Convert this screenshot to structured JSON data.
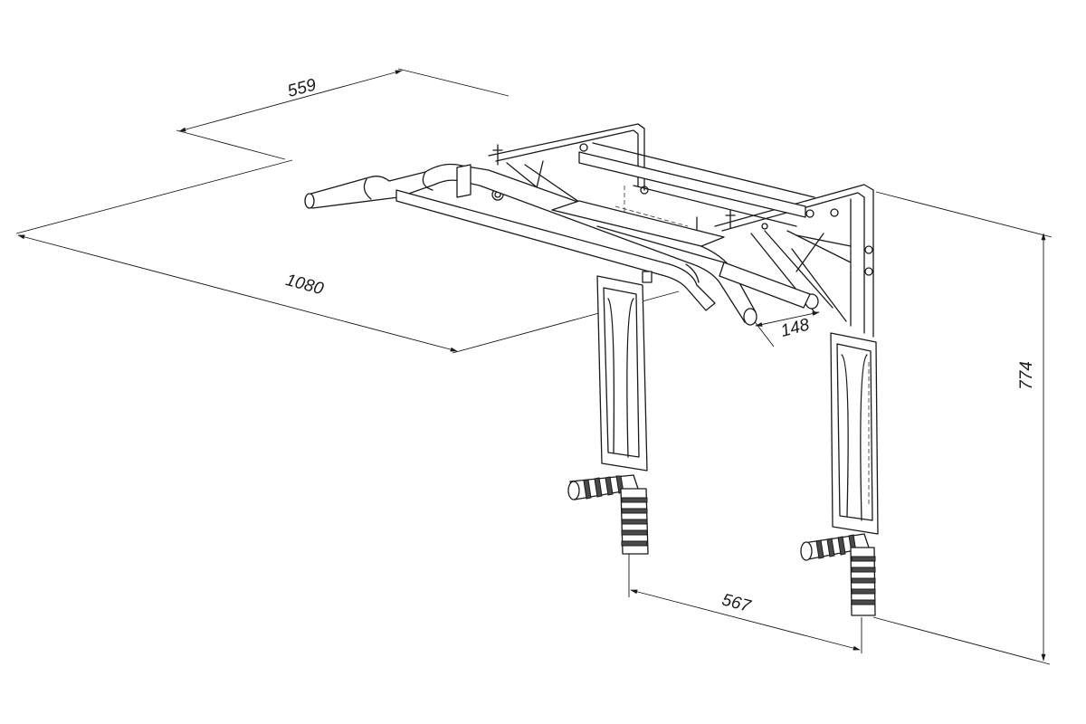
{
  "dimensions": {
    "depth": "559",
    "width": "1080",
    "handle_offset": "148",
    "grip_spacing": "567",
    "height": "774"
  },
  "colors": {
    "line": "#1a1a1a",
    "background": "#ffffff",
    "grip_fill": "#4a4a4a"
  }
}
